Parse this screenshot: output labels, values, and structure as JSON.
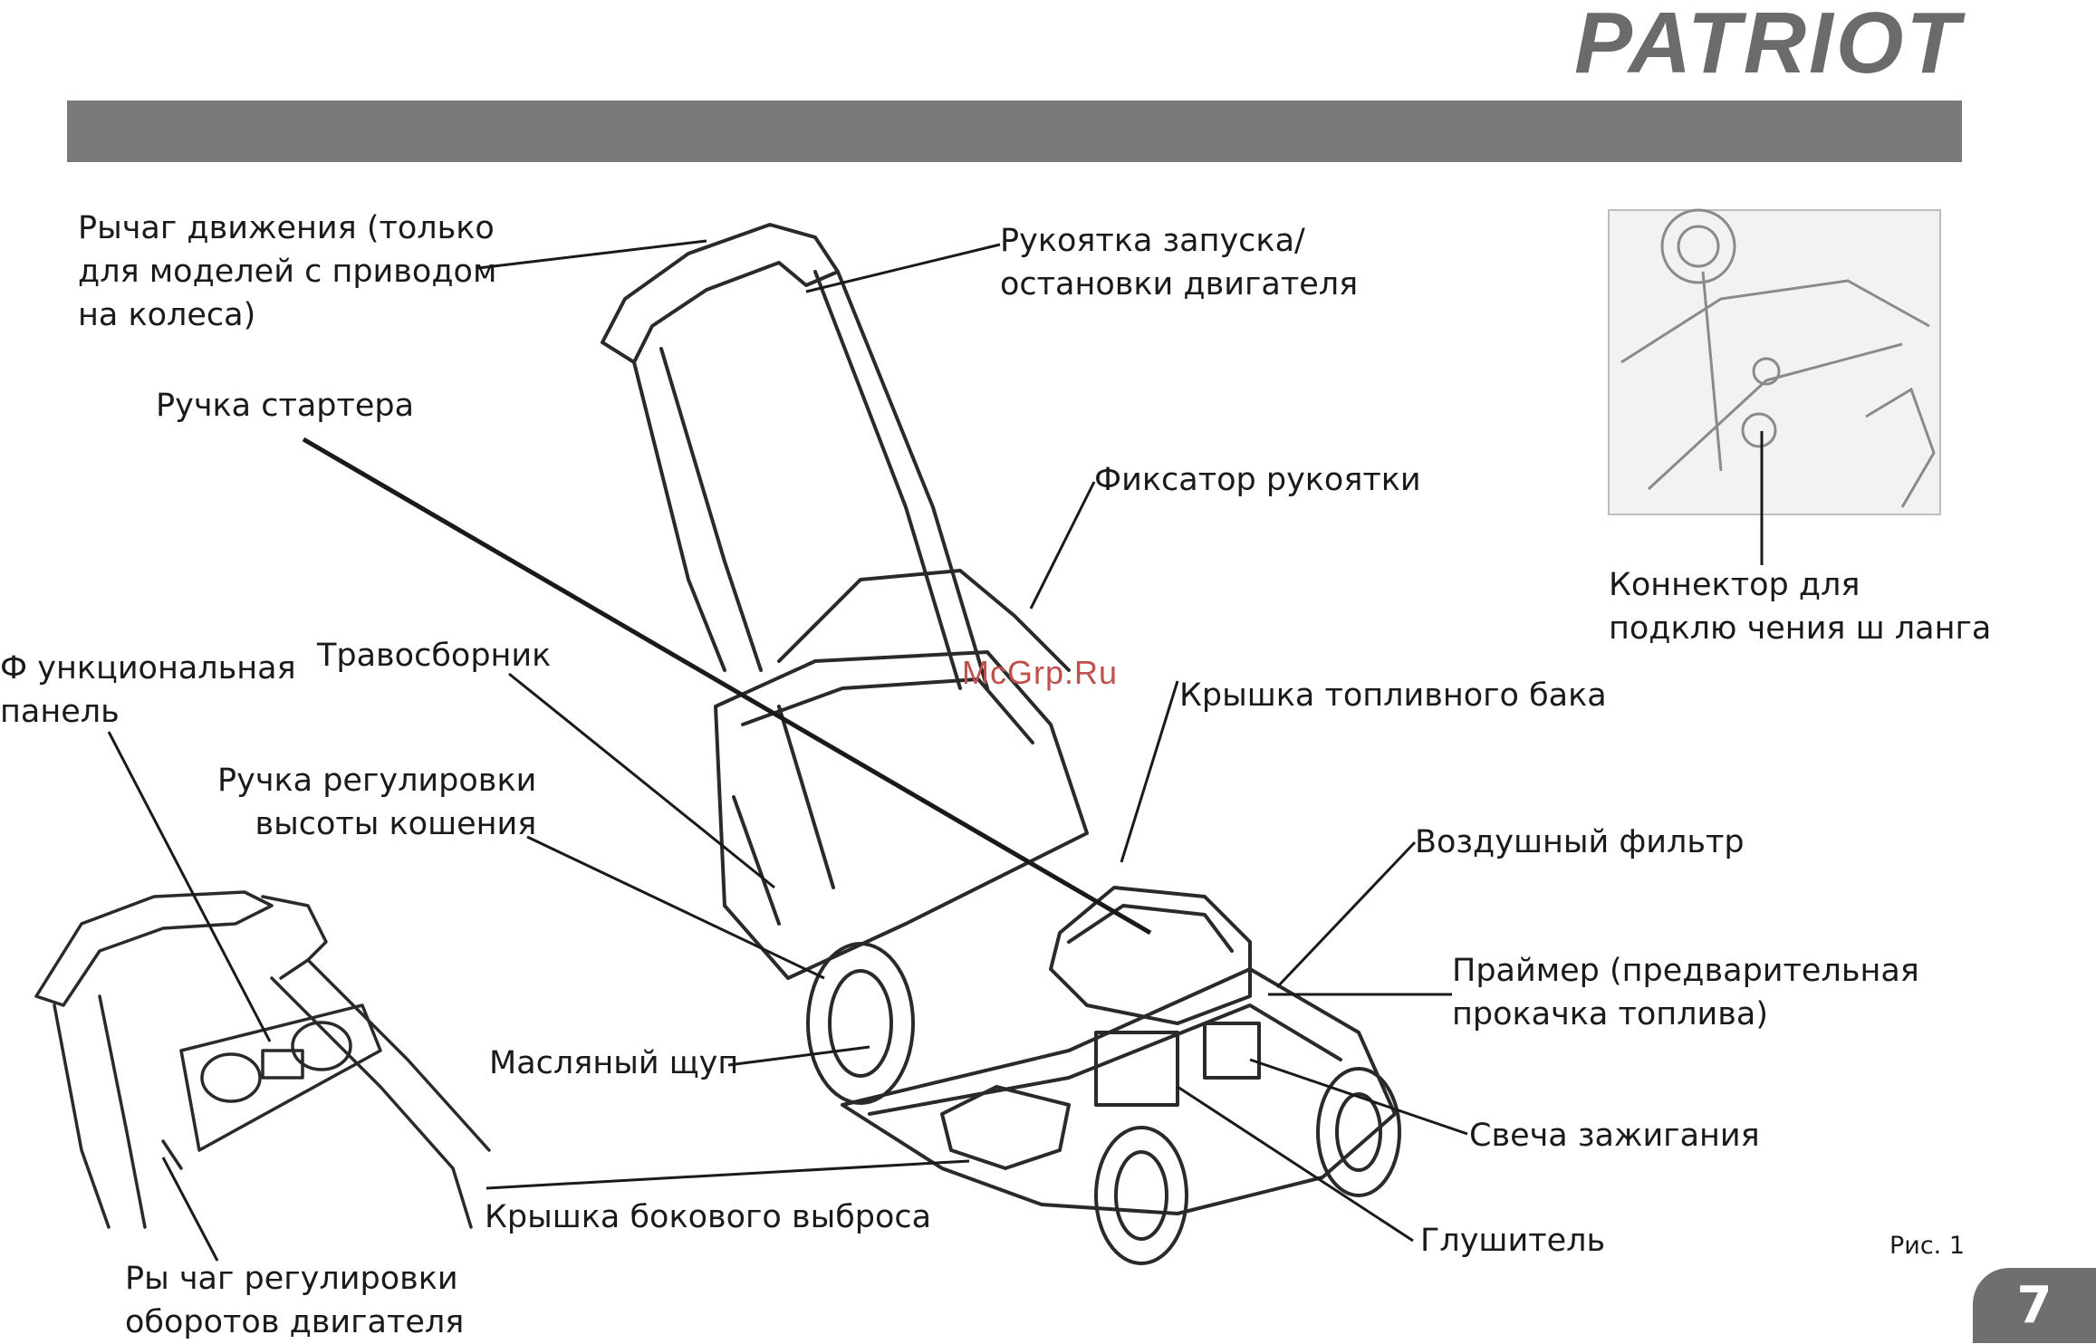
{
  "brand": {
    "logo": "PATRIOT"
  },
  "watermark": "McGrp.Ru",
  "labels": {
    "drive_lever": [
      "Рычаг движения (только",
      "для моделей с приводом",
      "на колеса)"
    ],
    "engine_handle": [
      "Рукоятка  запуска/",
      "остановки двигателя"
    ],
    "starter_handle": "Ручка стартера",
    "handle_lock": "Фиксатор рукоятки",
    "connector": [
      "Коннектор для",
      "подклю чения ш ланга"
    ],
    "function_panel": [
      "Ф ункциональная",
      "панель"
    ],
    "grass_catcher": "Травосборник",
    "fuel_cap": "Крышка топливного бака",
    "height_knob": [
      "Ручка регулировки",
      "высоты кошения"
    ],
    "air_filter": "Воздушный фильтр",
    "primer": [
      "Праймер (предварительная",
      "прокачка топлива)"
    ],
    "dipstick": "Масляный щуп",
    "spark_plug": "Свеча зажигания",
    "side_discharge": "Крышка бокового выброса",
    "muffler": "Глушитель",
    "throttle_lever": [
      "Ры чаг регулировки",
      "оборотов  двигателя"
    ]
  },
  "figure_caption": "Рис. 1",
  "page_number": "7"
}
